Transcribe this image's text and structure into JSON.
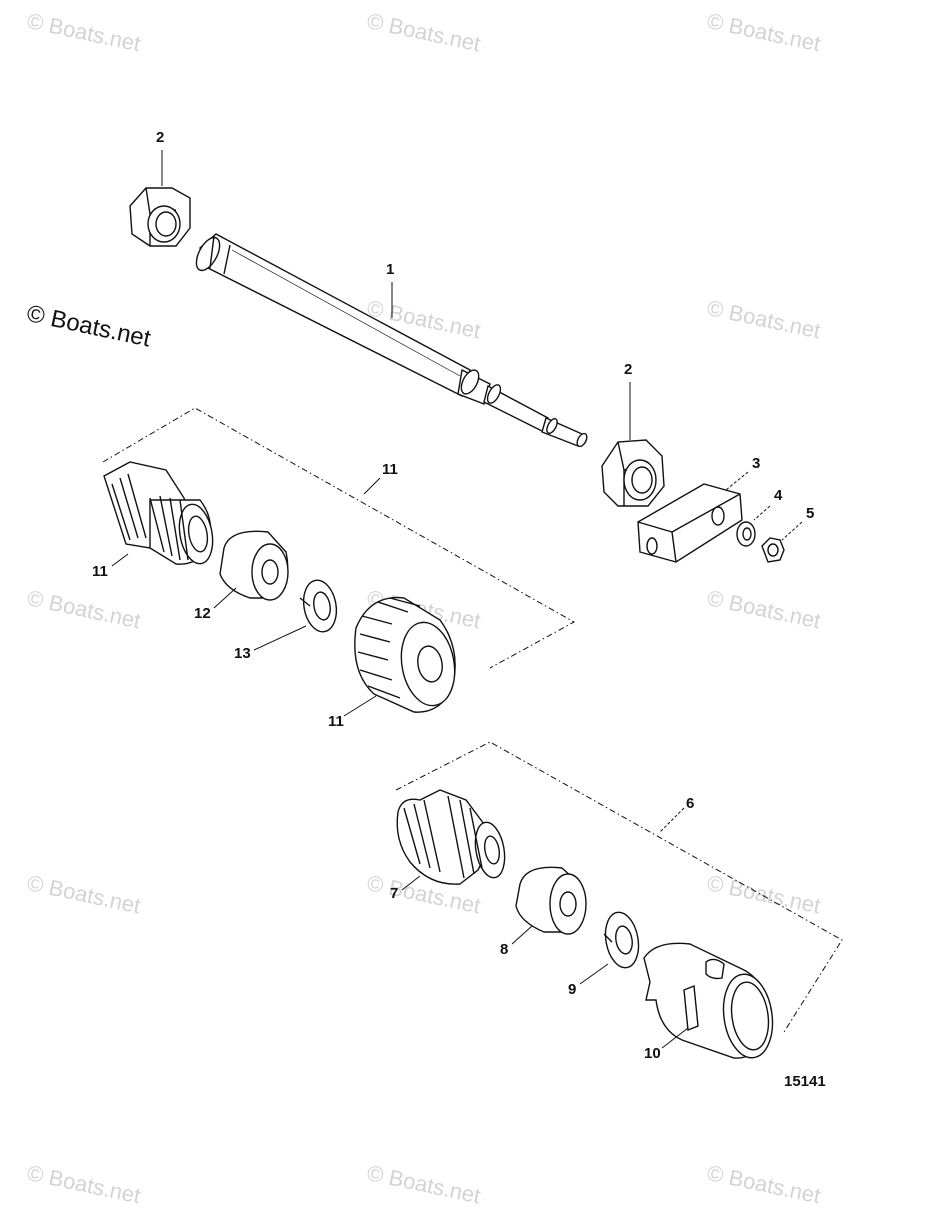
{
  "watermark": {
    "text": "© Boats.net",
    "brand_text": "© Boats.net"
  },
  "figure_number": "15141",
  "callouts": [
    {
      "id": "c1",
      "label": "1"
    },
    {
      "id": "c2a",
      "label": "2"
    },
    {
      "id": "c2b",
      "label": "2"
    },
    {
      "id": "c3",
      "label": "3"
    },
    {
      "id": "c4",
      "label": "4"
    },
    {
      "id": "c5",
      "label": "5"
    },
    {
      "id": "c11top",
      "label": "11"
    },
    {
      "id": "c11left",
      "label": "11"
    },
    {
      "id": "c12",
      "label": "12"
    },
    {
      "id": "c13",
      "label": "13"
    },
    {
      "id": "c11bot",
      "label": "11"
    },
    {
      "id": "c6",
      "label": "6"
    },
    {
      "id": "c7",
      "label": "7"
    },
    {
      "id": "c8",
      "label": "8"
    },
    {
      "id": "c9",
      "label": "9"
    },
    {
      "id": "c10",
      "label": "10"
    }
  ],
  "colors": {
    "ink": "#111111",
    "watermark": "#d3d3d3",
    "background": "#ffffff"
  }
}
